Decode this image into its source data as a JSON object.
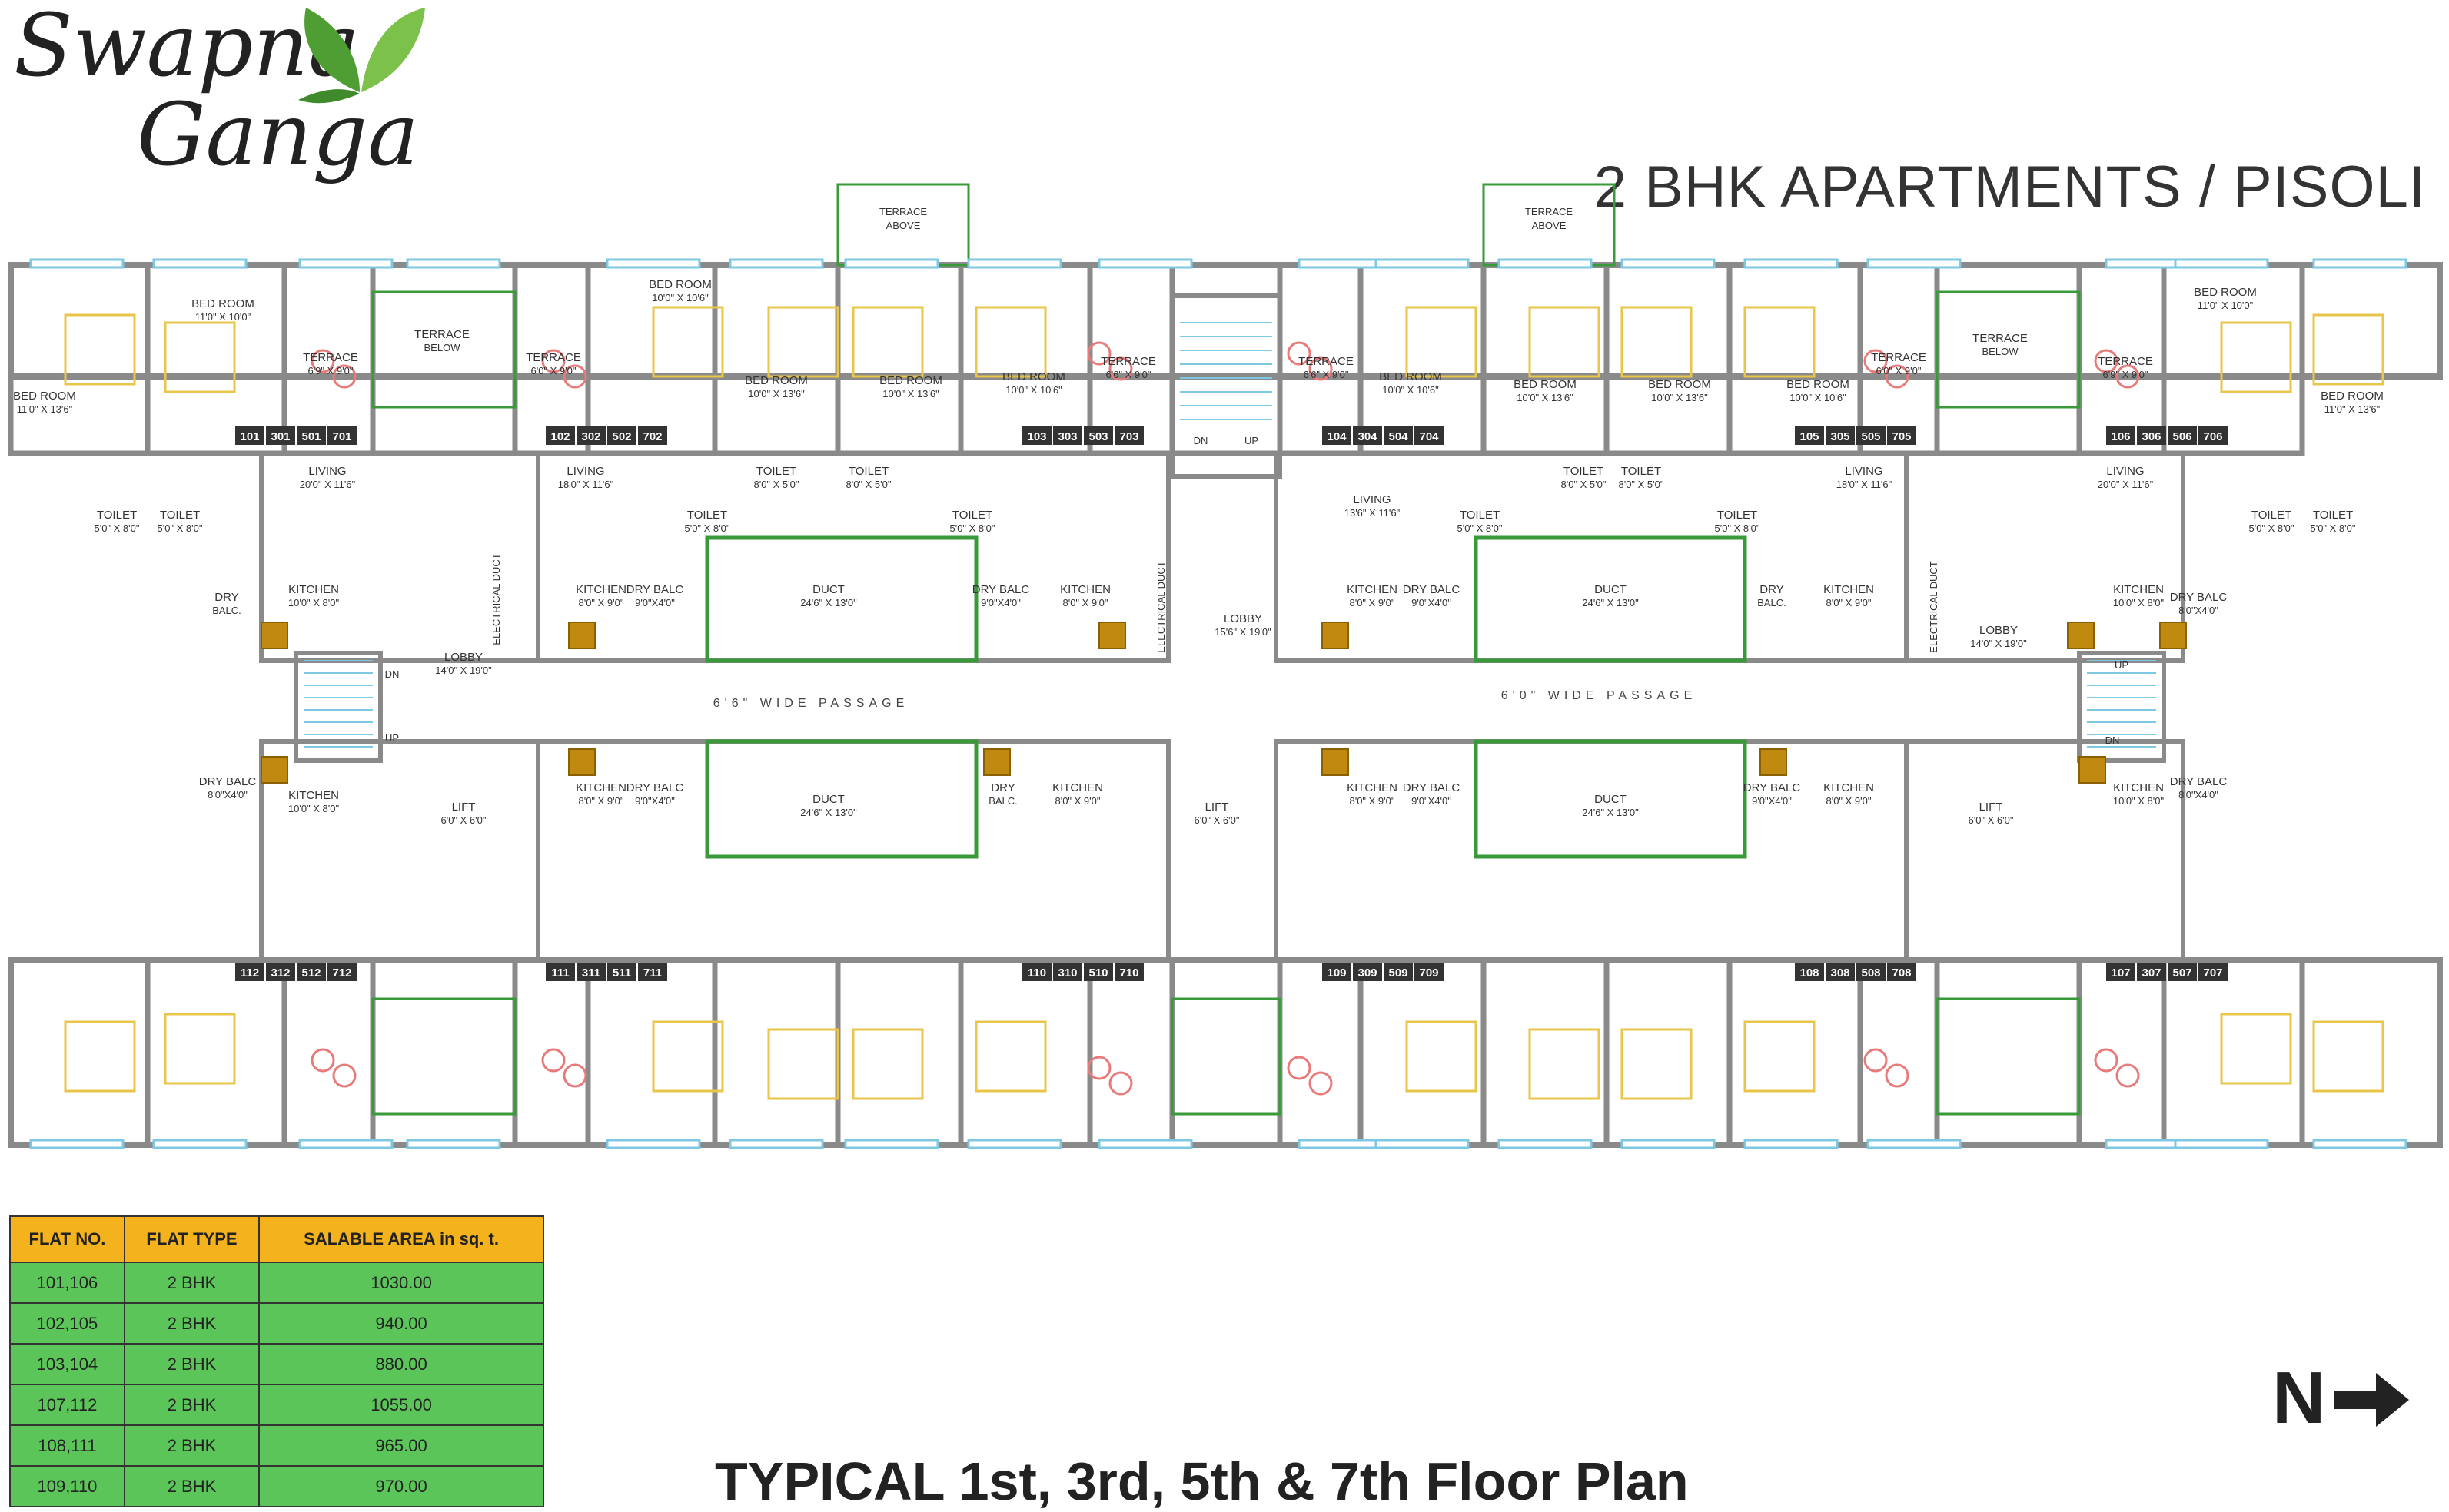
{
  "brand": {
    "line1": "Swapna",
    "line2": "Ganga",
    "leaf_color": "#5aa83a"
  },
  "page_title": "2 BHK APARTMENTS / PISOLI",
  "floor_title": "TYPICAL  1st, 3rd, 5th & 7th Floor Plan",
  "north_label": "N",
  "colors": {
    "wall": "#8a8a8a",
    "green_wall": "#3a9a3a",
    "window": "#7ec8e3",
    "furniture": "#e8c64a",
    "fixture": "#e87a7a",
    "flat_tag": "#333333",
    "table_header": "#f4b21c",
    "table_body": "#5cc55a"
  },
  "plan": {
    "upper_terraces_above": [
      "TERRACE\nABOVE",
      "TERRACE\nABOVE"
    ],
    "passage_labels": [
      "6'6\" WIDE PASSAGE",
      "6'0\" WIDE PASSAGE"
    ],
    "flat_tags_top": [
      [
        "101",
        "301",
        "501",
        "701"
      ],
      [
        "102",
        "302",
        "502",
        "702"
      ],
      [
        "103",
        "303",
        "503",
        "703"
      ],
      [
        "104",
        "304",
        "504",
        "704"
      ],
      [
        "105",
        "305",
        "505",
        "705"
      ],
      [
        "106",
        "306",
        "506",
        "706"
      ]
    ],
    "flat_tags_bottom": [
      [
        "112",
        "312",
        "512",
        "712"
      ],
      [
        "111",
        "311",
        "511",
        "711"
      ],
      [
        "110",
        "310",
        "510",
        "710"
      ],
      [
        "109",
        "309",
        "509",
        "709"
      ],
      [
        "108",
        "308",
        "508",
        "708"
      ],
      [
        "107",
        "307",
        "507",
        "707"
      ]
    ],
    "rooms": [
      {
        "t": "BED ROOM",
        "d": "11'0\" X 13'6\""
      },
      {
        "t": "BED ROOM",
        "d": "11'0\" X 10'0\""
      },
      {
        "t": "TERRACE",
        "d": "6'9\" X 9'0\""
      },
      {
        "t": "TERRACE",
        "d": "BELOW"
      },
      {
        "t": "TERRACE",
        "d": "6'0\" X 9'0\""
      },
      {
        "t": "BED ROOM",
        "d": "10'0\" X 10'6\""
      },
      {
        "t": "BED ROOM",
        "d": "10'0\" X 13'6\""
      },
      {
        "t": "BED ROOM",
        "d": "10'0\" X 13'6\""
      },
      {
        "t": "BED ROOM",
        "d": "10'0\" X 10'6\""
      },
      {
        "t": "TERRACE",
        "d": "6'6\" X 9'0\""
      },
      {
        "t": "TERRACE",
        "d": "6'6\" X 9'0\""
      },
      {
        "t": "BED ROOM",
        "d": "10'0\" X 10'6\""
      },
      {
        "t": "BED ROOM",
        "d": "10'0\" X 13'6\""
      },
      {
        "t": "BED ROOM",
        "d": "10'0\" X 13'6\""
      },
      {
        "t": "BED ROOM",
        "d": "10'0\" X 10'6\""
      },
      {
        "t": "TERRACE",
        "d": "6'0\" X 9'0\""
      },
      {
        "t": "TERRACE",
        "d": "BELOW"
      },
      {
        "t": "TERRACE",
        "d": "6'9\" X 9'0\""
      },
      {
        "t": "BED ROOM",
        "d": "11'0\" X 10'0\""
      },
      {
        "t": "BED ROOM",
        "d": "11'0\" X 13'6\""
      },
      {
        "t": "TOILET",
        "d": "5'0\" X 8'0\""
      },
      {
        "t": "TOILET",
        "d": "5'0\" X 8'0\""
      },
      {
        "t": "LIVING",
        "d": "20'0\" X 11'6\""
      },
      {
        "t": "LIVING",
        "d": "18'0\" X 11'6\""
      },
      {
        "t": "TOILET",
        "d": "5'0\" X 8'0\""
      },
      {
        "t": "TOILET",
        "d": "8'0\" X 5'0\""
      },
      {
        "t": "TOILET",
        "d": "8'0\" X 5'0\""
      },
      {
        "t": "TOILET",
        "d": "5'0\" X 8'0\""
      },
      {
        "t": "LIVING",
        "d": "13'6\" X 11'6\""
      },
      {
        "t": "TOILET",
        "d": "5'0\" X 8'0\""
      },
      {
        "t": "TOILET",
        "d": "8'0\" X 5'0\""
      },
      {
        "t": "TOILET",
        "d": "8'0\" X 5'0\""
      },
      {
        "t": "TOILET",
        "d": "5'0\" X 8'0\""
      },
      {
        "t": "LIVING",
        "d": "18'0\" X 11'6\""
      },
      {
        "t": "LIVING",
        "d": "20'0\" X 11'6\""
      },
      {
        "t": "TOILET",
        "d": "5'0\" X 8'0\""
      },
      {
        "t": "TOILET",
        "d": "5'0\" X 8'0\""
      },
      {
        "t": "DRY",
        "d": "BALC."
      },
      {
        "t": "KITCHEN",
        "d": "10'0\" X 8'0\""
      },
      {
        "t": "KITCHEN",
        "d": "8'0\" X 9'0\""
      },
      {
        "t": "DRY BALC",
        "d": "9'0\"X4'0\""
      },
      {
        "t": "DUCT",
        "d": "24'6\" X 13'0\""
      },
      {
        "t": "DRY BALC",
        "d": "9'0\"X4'0\""
      },
      {
        "t": "KITCHEN",
        "d": "8'0\" X 9'0\""
      },
      {
        "t": "KITCHEN",
        "d": "8'0\" X 9'0\""
      },
      {
        "t": "DRY BALC",
        "d": "9'0\"X4'0\""
      },
      {
        "t": "DUCT",
        "d": "24'6\" X 13'0\""
      },
      {
        "t": "DRY",
        "d": "BALC."
      },
      {
        "t": "KITCHEN",
        "d": "8'0\" X 9'0\""
      },
      {
        "t": "KITCHEN",
        "d": "10'0\" X 8'0\""
      },
      {
        "t": "DRY BALC",
        "d": "8'0\"X4'0\""
      },
      {
        "t": "LOBBY",
        "d": "14'0\" X 19'0\""
      },
      {
        "t": "LOBBY",
        "d": "15'6\" X 19'0\""
      },
      {
        "t": "LOBBY",
        "d": "14'0\" X 19'0\""
      },
      {
        "t": "DRY BALC",
        "d": "8'0\"X4'0\""
      },
      {
        "t": "KITCHEN",
        "d": "10'0\" X 8'0\""
      },
      {
        "t": "LIFT",
        "d": "6'0\" X 6'0\""
      },
      {
        "t": "KITCHEN",
        "d": "8'0\" X 9'0\""
      },
      {
        "t": "DRY BALC",
        "d": "9'0\"X4'0\""
      },
      {
        "t": "DUCT",
        "d": "24'6\" X 13'0\""
      },
      {
        "t": "DRY",
        "d": "BALC."
      },
      {
        "t": "KITCHEN",
        "d": "8'0\" X 9'0\""
      },
      {
        "t": "LIFT",
        "d": "6'0\" X 6'0\""
      },
      {
        "t": "KITCHEN",
        "d": "8'0\" X 9'0\""
      },
      {
        "t": "DRY BALC",
        "d": "9'0\"X4'0\""
      },
      {
        "t": "DUCT",
        "d": "24'6\" X 13'0\""
      },
      {
        "t": "DRY BALC",
        "d": "9'0\"X4'0\""
      },
      {
        "t": "KITCHEN",
        "d": "8'0\" X 9'0\""
      },
      {
        "t": "LIFT",
        "d": "6'0\" X 6'0\""
      },
      {
        "t": "KITCHEN",
        "d": "10'0\" X 8'0\""
      },
      {
        "t": "DRY BALC",
        "d": "8'0\"X4'0\""
      }
    ],
    "misc_labels": [
      "DN",
      "UP",
      "DN",
      "UP",
      "UP",
      "DN",
      "ELECTRICAL DUCT",
      "ELECTRICAL DUCT",
      "ELECTRICAL DUCT"
    ]
  },
  "table": {
    "headers": [
      "FLAT NO.",
      "FLAT TYPE",
      "SALABLE AREA in sq. t."
    ],
    "rows": [
      [
        "101,106",
        "2 BHK",
        "1030.00"
      ],
      [
        "102,105",
        "2 BHK",
        "940.00"
      ],
      [
        "103,104",
        "2 BHK",
        "880.00"
      ],
      [
        "107,112",
        "2 BHK",
        "1055.00"
      ],
      [
        "108,111",
        "2 BHK",
        "965.00"
      ],
      [
        "109,110",
        "2 BHK",
        "970.00"
      ]
    ]
  }
}
